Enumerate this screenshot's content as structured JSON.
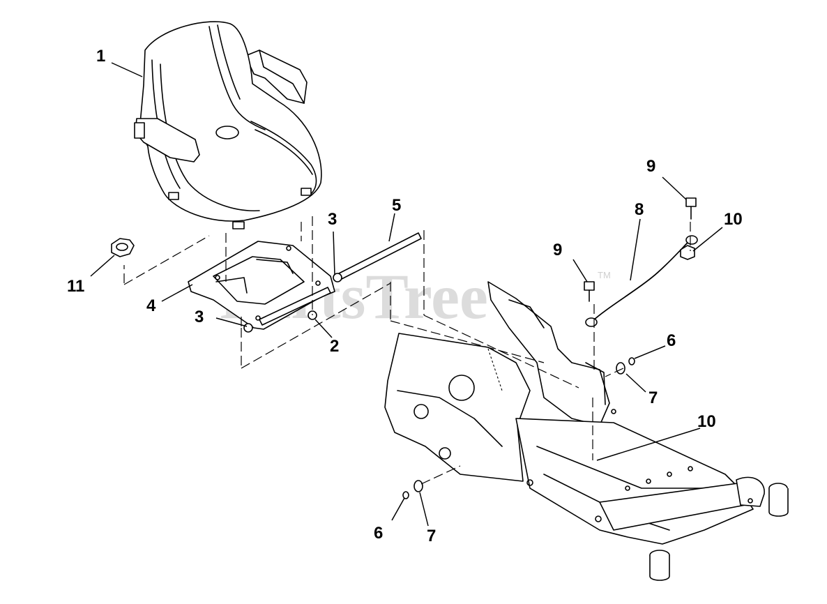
{
  "watermark": {
    "text": "PartsTree",
    "trademark": "TM"
  },
  "callouts": [
    "1",
    "2",
    "3",
    "3",
    "4",
    "5",
    "6",
    "6",
    "7",
    "7",
    "8",
    "9",
    "9",
    "10",
    "10",
    "11"
  ]
}
